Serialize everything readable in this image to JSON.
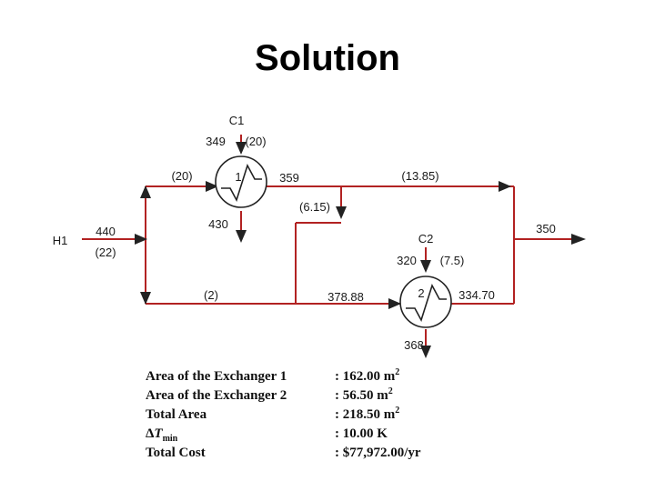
{
  "title": "Solution",
  "diagram": {
    "c1": {
      "label": "C1",
      "inlet_temp": "349",
      "flow": "(20)"
    },
    "h1": {
      "label": "H1",
      "inlet_temp": "440",
      "flow": "(22)"
    },
    "hx1": {
      "label": "1",
      "hot_out": "430",
      "cold_out": "359"
    },
    "upper_branch_flow": "(20)",
    "lower_branch_flow": "(2)",
    "bypass_flow": "(6.15)",
    "top_flow": "(13.85)",
    "outlet_temp": "350",
    "c2": {
      "label": "C2",
      "inlet_temp": "320",
      "flow": "(7.5)"
    },
    "hx2": {
      "label": "2",
      "hot_in": "378.88",
      "hot_out": "334.70",
      "cold_out": "368"
    }
  },
  "summary": {
    "area1_label": "Area of the Exchanger 1",
    "area1_value": ": 162.00 m",
    "area2_label": "Area of the Exchanger 2",
    "area2_value": ": 56.50 m",
    "total_area_label": "Total Area",
    "total_area_value": ": 218.50 m",
    "dtmin_delta": "Δ",
    "dtmin_t": "T",
    "dtmin_sub": "min",
    "dtmin_value": ": 10.00 K",
    "cost_label": "Total Cost",
    "cost_value": ": $77,972.00/yr",
    "unit_sup": "2"
  },
  "colors": {
    "pipe": "#b22222",
    "arrow": "#222222"
  }
}
